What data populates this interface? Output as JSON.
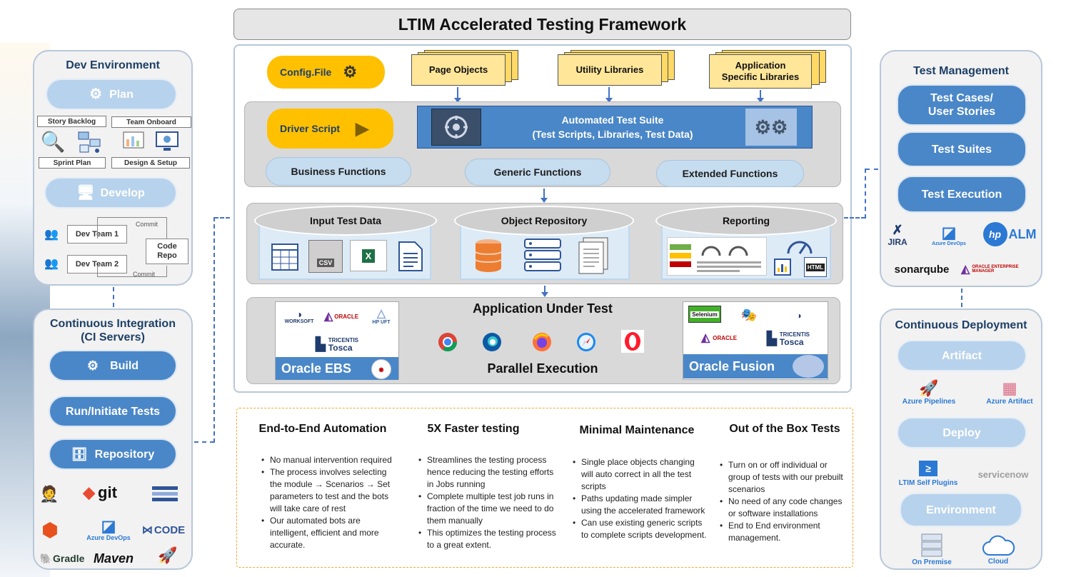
{
  "header": {
    "title": "LTIM Accelerated Testing Framework"
  },
  "dev_env": {
    "title": "Dev Environment",
    "plan": "Plan",
    "tags": [
      "Story Backlog",
      "Team Onboard",
      "Sprint Plan",
      "Design & Setup"
    ],
    "develop": "Develop",
    "team1": "Dev Team 1",
    "team2": "Dev Team 2",
    "code_repo": "Code Repo",
    "commit": "Commit"
  },
  "ci": {
    "title_line1": "Continuous Integration",
    "title_line2": "(CI Servers)",
    "build": "Build",
    "run": "Run/Initiate Tests",
    "repo": "Repository",
    "logos": {
      "git": "git",
      "azure": "Azure DevOps",
      "code": "CODE",
      "gradle": "Gradle",
      "maven": "Maven"
    }
  },
  "framework": {
    "config": "Config.File",
    "page_objects": "Page Objects",
    "utility_libraries": "Utility Libraries",
    "app_libs_line1": "Application",
    "app_libs_line2": "Specific Libraries",
    "driver_script": "Driver Script",
    "suite_line1": "Automated Test Suite",
    "suite_line2": "(Test Scripts, Libraries, Test Data)",
    "functions": [
      "Business Functions",
      "Generic Functions",
      "Extended Functions"
    ],
    "data_sections": [
      "Input Test Data",
      "Object Repository",
      "Reporting"
    ],
    "csv": "CSV",
    "html": "HTML",
    "aut": "Application Under Test",
    "parallel": "Parallel Execution",
    "oracle_ebs": "Oracle EBS",
    "oracle_fusion": "Oracle Fusion",
    "worksoft": "WORKSOFT",
    "oracle": "ORACLE",
    "tricentis": "TRICENTIS",
    "tosca": "Tosca",
    "hpuft": "HP UFT",
    "selenium": "Selenium"
  },
  "test_mgmt": {
    "title": "Test Management",
    "cases_line1": "Test Cases/",
    "cases_line2": "User Stories",
    "suites": "Test Suites",
    "execution": "Test Execution",
    "logos": {
      "jira": "JIRA",
      "azure": "Azure DevOps",
      "alm": "ALM",
      "sonar": "sonarqube",
      "oracle_em": "ORACLE ENTERPRISE MANAGER"
    }
  },
  "cd": {
    "title": "Continuous Deployment",
    "artifact": "Artifact",
    "azure_pipelines": "Azure Pipelines",
    "azure_artifact": "Azure Artifact",
    "deploy": "Deploy",
    "ltim_plugins": "LTIM Self Plugins",
    "servicenow": "servicenow",
    "environment": "Environment",
    "on_premise": "On Premise",
    "cloud": "Cloud"
  },
  "benefits": [
    {
      "title": "End-to-End Automation",
      "items": [
        "No manual intervention required",
        "The process involves selecting the module → Scenarios → Set parameters to test and the bots will take care of rest",
        "Our automated bots are intelligent, efficient and more accurate."
      ]
    },
    {
      "title": "5X Faster testing",
      "items": [
        "Streamlines the testing process hence reducing the testing efforts in Jobs running",
        "Complete multiple test job runs  in fraction of the time we need to do them manually",
        "This optimizes the testing process to a great extent."
      ]
    },
    {
      "title": "Minimal Maintenance",
      "items": [
        "Single place objects changing will auto correct in all the test scripts",
        "Paths updating made simpler using the accelerated framework",
        "Can use existing generic scripts to complete scripts development."
      ]
    },
    {
      "title": "Out of the Box Tests",
      "items": [
        "Turn on or off individual or group of tests with our prebuilt scenarios",
        "No need of any code changes or software installations",
        "End to End environment management."
      ]
    }
  ]
}
